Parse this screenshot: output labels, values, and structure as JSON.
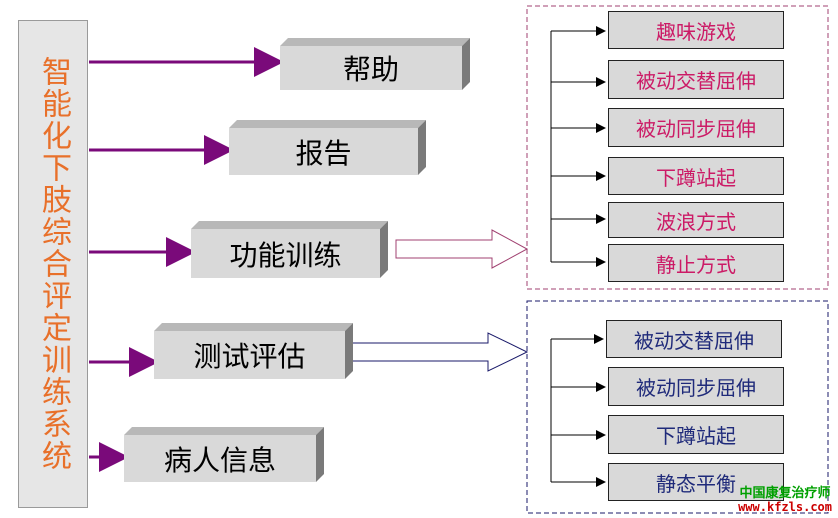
{
  "title": "智能化下肢综合评定训练系统",
  "menu": {
    "help": "帮助",
    "report": "报告",
    "training": "功能训练",
    "evaluation": "测试评估",
    "patient_info": "病人信息"
  },
  "training_modes": [
    "趣味游戏",
    "被动交替屈伸",
    "被动同步屈伸",
    "下蹲站起",
    "波浪方式",
    "静止方式"
  ],
  "evaluation_modes": [
    "被动交替屈伸",
    "被动同步屈伸",
    "下蹲站起",
    "静态平衡"
  ],
  "watermark": {
    "line1": "中国康复治疗师",
    "line2": "www.kfzls.com"
  },
  "colors": {
    "title": "#e8702a",
    "training_text": "#cc1a66",
    "evaluation_text": "#1f2a7a",
    "connector": "#7a0a7a",
    "training_frame": "#a04070",
    "evaluation_frame": "#1a1a6a"
  }
}
